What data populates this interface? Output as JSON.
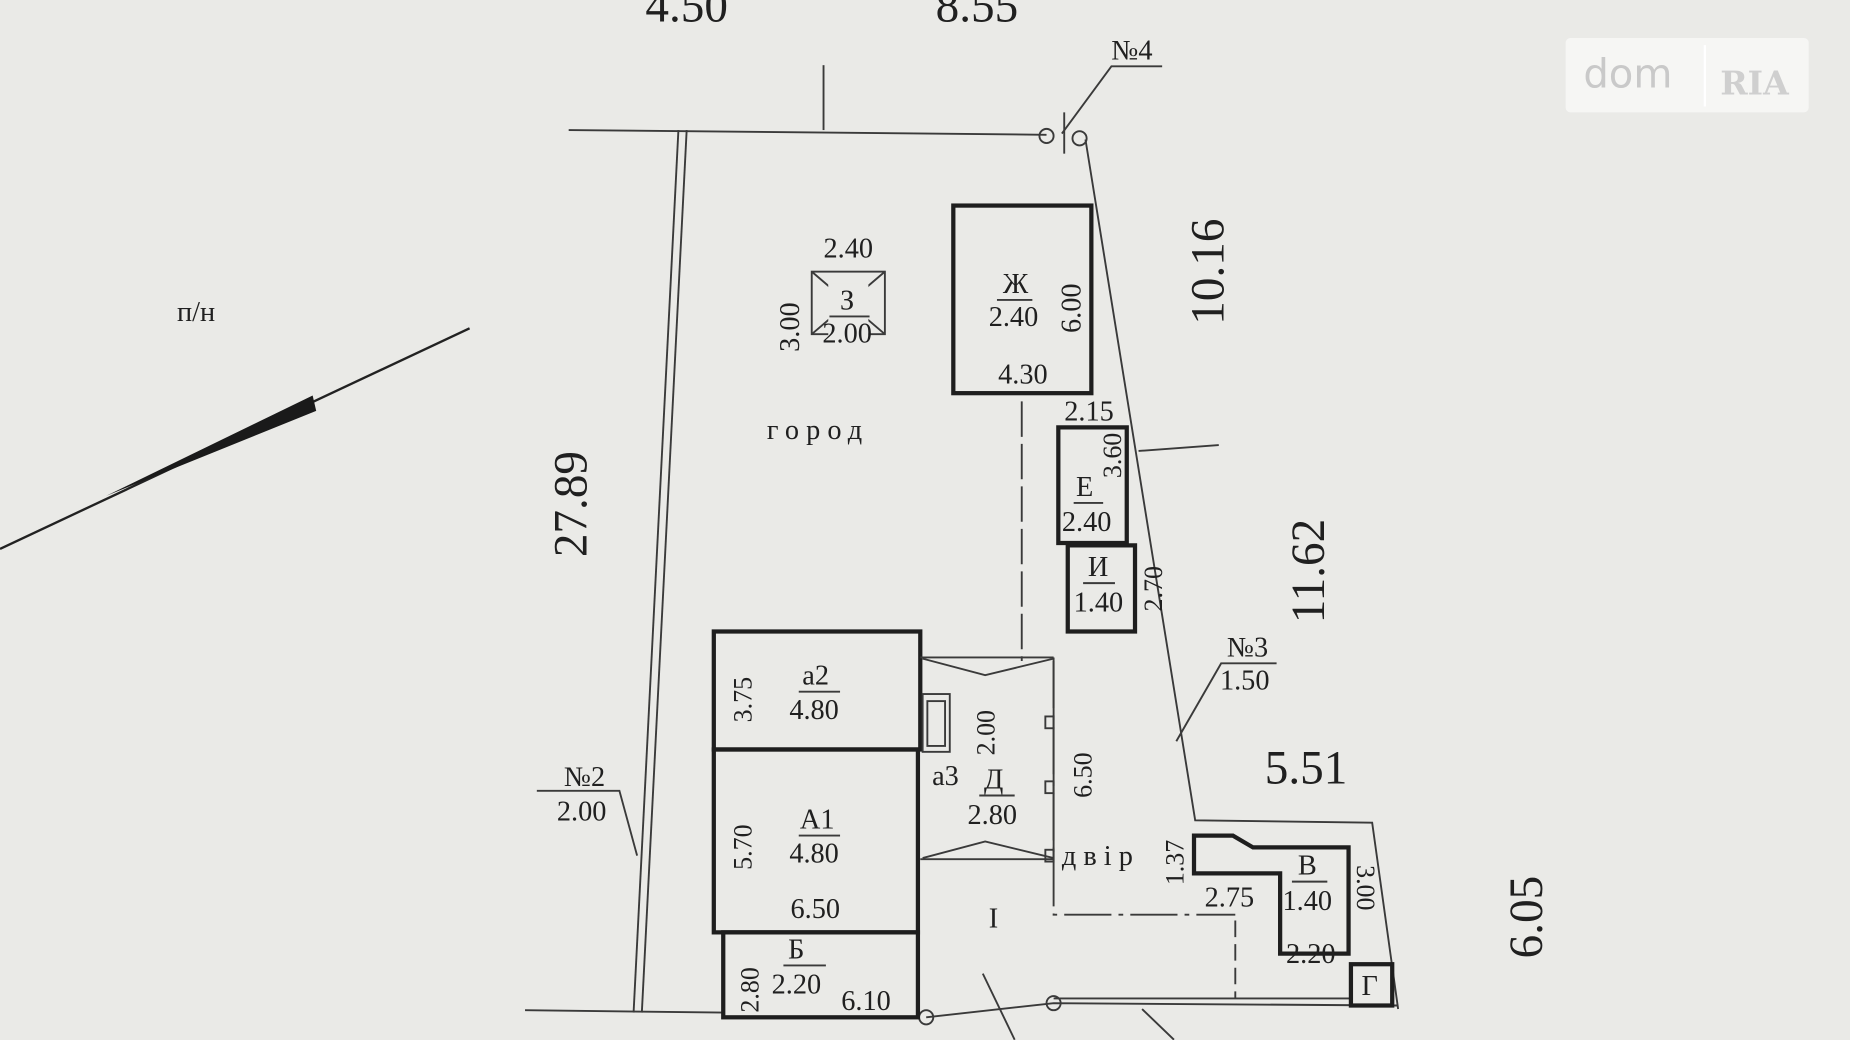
{
  "plan": {
    "top_dims": [
      "4.50",
      "8.55"
    ],
    "side_dims": {
      "left": "27.89",
      "right_upper": "10.16",
      "right_middle": "11.62",
      "right_lower": "6.05",
      "right_step": "5.51"
    },
    "north": "п/н",
    "points": {
      "p4": {
        "label": "№4"
      },
      "p3": {
        "label": "№3",
        "value": "1.50"
      },
      "p2": {
        "label": "№2",
        "value": "2.00"
      }
    },
    "areas": {
      "garden": "город",
      "yard": "двір",
      "section": "I"
    },
    "buildings": {
      "z": {
        "letter": "З",
        "value": "2.00",
        "width": "2.40",
        "depth": "3.00"
      },
      "zh": {
        "letter": "Ж",
        "value": "2.40",
        "depth": "6.00",
        "width": "4.30"
      },
      "e": {
        "letter": "Е",
        "value": "2.40",
        "depth": "3.60",
        "width": "2.15"
      },
      "i": {
        "letter": "И",
        "value": "1.40",
        "depth": "2.70"
      },
      "a2": {
        "letter": "а2",
        "value": "4.80",
        "depth": "3.75"
      },
      "a3": {
        "letter": "а3"
      },
      "a1": {
        "letter": "А1",
        "value": "4.80",
        "depth": "5.70",
        "width": "6.50"
      },
      "b": {
        "letter": "Б",
        "value": "2.20",
        "depth": "2.80",
        "width": "6.10"
      },
      "d": {
        "letter": "Д",
        "value": "2.80",
        "depth": "2.00",
        "length": "6.50"
      },
      "v": {
        "letter": "В",
        "value": "1.40",
        "width": "2.75",
        "bottom": "2.20",
        "step": "1.37",
        "depth": "3.00"
      },
      "g": {
        "letter": "Г"
      }
    }
  },
  "watermark": {
    "text1": "dom",
    "text2": "RIA"
  }
}
